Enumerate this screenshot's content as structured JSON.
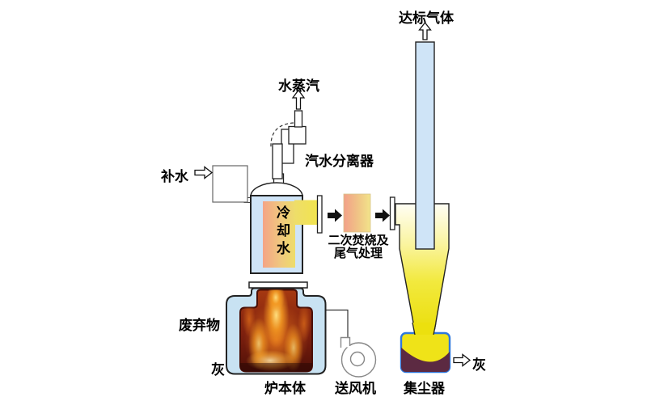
{
  "diagram": {
    "type": "process-flow",
    "labels": {
      "clean_gas": "达标气体",
      "steam": "水蒸汽",
      "separator": "汽水分离器",
      "makeup_water": "补水",
      "cooling_water": "冷却水",
      "secondary_line1": "二次焚烧及",
      "secondary_line2": "尾气处理",
      "waste": "废弃物",
      "ash_left": "灰",
      "furnace": "炉本体",
      "fan": "送风机",
      "dust_collector": "集尘器",
      "ash_right": "灰"
    },
    "colors": {
      "water_blue": "#cfe4f7",
      "furnace_blue": "#c8e2f2",
      "flue_yellow": "#ebdf0e",
      "dust_yellow": "#efe318",
      "dust_maroon": "#5c2a42",
      "dust_border_blue": "#2f78dd",
      "fire_base": "#7c1f0e",
      "hot_pink": "#f4a486",
      "outline": "#222222"
    }
  }
}
